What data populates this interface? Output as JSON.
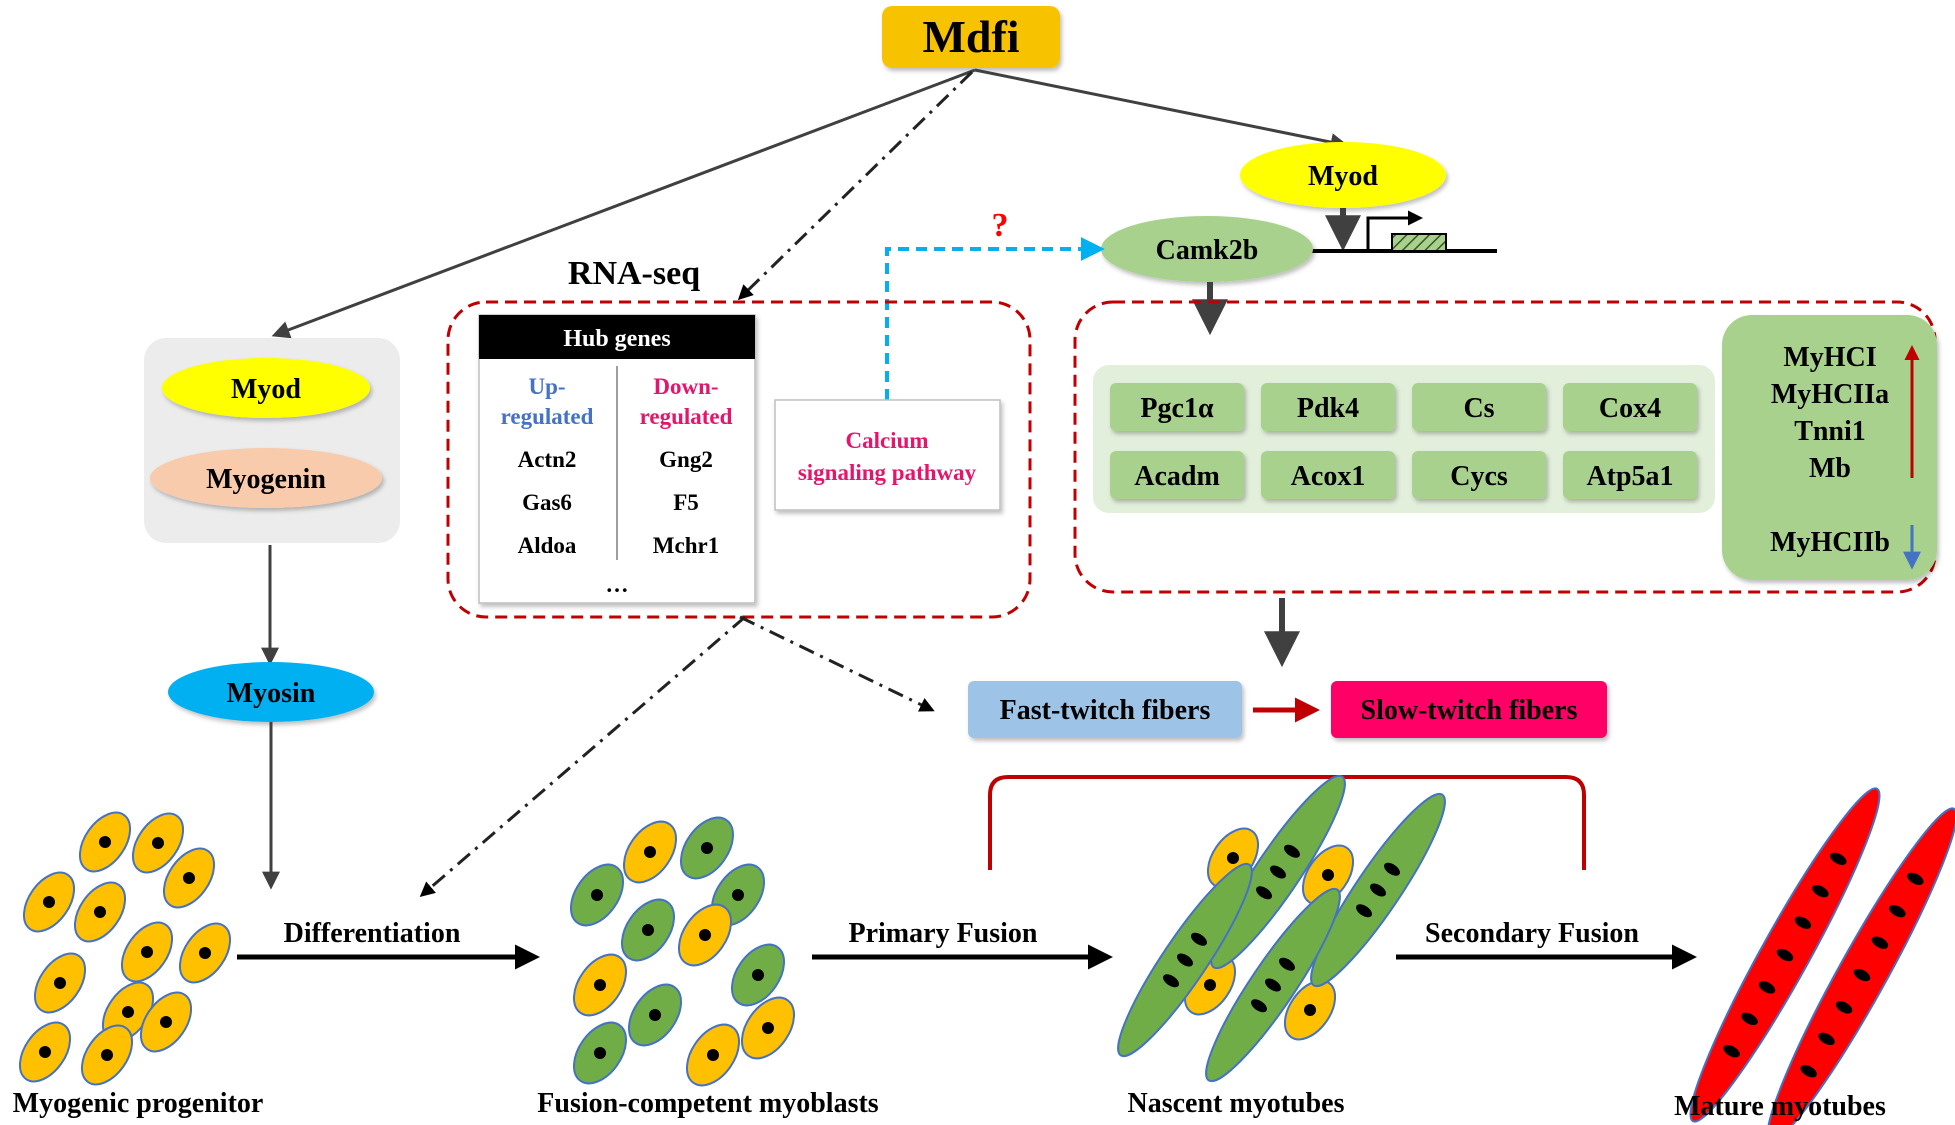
{
  "regulator": {
    "label": "Mdfi",
    "color": "#f7c300"
  },
  "myod_top": {
    "label": "Myod",
    "color": "#ffff00"
  },
  "camk2b": {
    "label": "Camk2b",
    "color": "#a9d18e"
  },
  "question_mark": "?",
  "rnaseq": {
    "title": "RNA-seq",
    "hub_header": "Hub genes",
    "up_header": "Up-regulated",
    "up_header_lines": [
      "Up-",
      "regulated"
    ],
    "down_header": "Down-regulated",
    "down_header_lines": [
      "Down-",
      "regulated"
    ],
    "up_genes": [
      "Actn2",
      "Gas6",
      "Aldoa"
    ],
    "down_genes": [
      "Gng2",
      "F5",
      "Mchr1"
    ],
    "ellipsis": "…",
    "up_color": "#4472c4",
    "down_color": "#e4156b"
  },
  "calcium": {
    "label": "Calcium signaling pathway",
    "lines": [
      "Calcium",
      "signaling  pathway"
    ],
    "color": "#e4156b"
  },
  "targets": {
    "row1": [
      "Pgc1α",
      "Pdk4",
      "Cs",
      "Cox4"
    ],
    "row2": [
      "Acadm",
      "Acox1",
      "Cycs",
      "Atp5a1"
    ],
    "color": "#a9d18e"
  },
  "myosin_markers": {
    "up": [
      "MyHCI",
      "MyHCIIa",
      "Tnni1",
      "Mb"
    ],
    "down": [
      "MyHCIIb"
    ],
    "up_arrow_color": "#c00000",
    "down_arrow_color": "#4472c4"
  },
  "left_stack": {
    "myod": {
      "label": "Myod",
      "color": "#ffff00"
    },
    "myogenin": {
      "label": "Myogenin",
      "color": "#f8cbad"
    },
    "myosin": {
      "label": "Myosin",
      "color": "#00b0f0"
    }
  },
  "fibers": {
    "fast": {
      "label": "Fast-twitch fibers",
      "color": "#9dc3e6"
    },
    "slow": {
      "label": "Slow-twitch fibers",
      "color": "#ff0066"
    }
  },
  "process": {
    "differentiation": "Differentiation",
    "primary_fusion": "Primary Fusion",
    "secondary_fusion": "Secondary Fusion"
  },
  "stages": {
    "progenitor": "Myogenic progenitor",
    "fusion_competent": "Fusion-competent myoblasts",
    "nascent": "Nascent myotubes",
    "mature": "Mature myotubes"
  },
  "cell_colors": {
    "yellow": "#ffc000",
    "green": "#70ad47",
    "red": "#ff0000",
    "outline": "#4472c4"
  },
  "line_colors": {
    "arrow": "#404040",
    "dashed_red": "#c00000",
    "dashed_blue": "#00b0f0",
    "fiber_arrow": "#c00000"
  }
}
